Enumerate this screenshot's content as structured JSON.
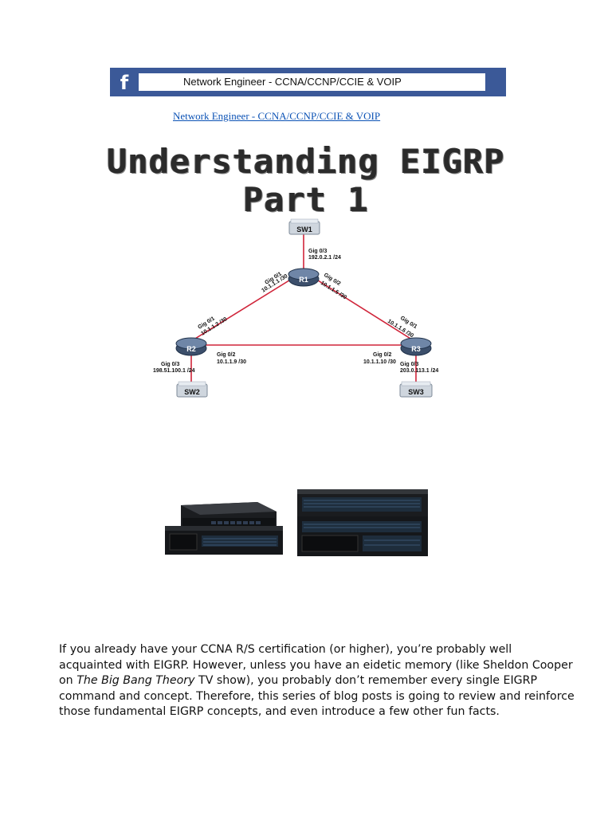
{
  "banner": {
    "icon": "facebook-icon",
    "text": "Network Engineer - CCNA/CCNP/CCIE & VOIP",
    "color": "#3b5998"
  },
  "link": {
    "text": "Network Engineer - CCNA/CCNP/CCIE & VOIP"
  },
  "title": {
    "line1": "Understanding EIGRP",
    "line2": "Part 1"
  },
  "diagram": {
    "devices": {
      "sw1": "SW1",
      "r1": "R1",
      "r2": "R2",
      "r3": "R3",
      "sw2": "SW2",
      "sw3": "SW3"
    },
    "labels": {
      "r1_g03_if": "Gig 0/3",
      "r1_g03_ip": "192.0.2.1 /24",
      "r1_g01_if": "Gig 0/1",
      "r1_g01_ip": "10.1.1.1 /30",
      "r1_g02_if": "Gig 0/2",
      "r1_g02_ip": "10.1.1.5 /30",
      "r2_g01_if": "Gig 0/1",
      "r2_g01_ip": "10.1.1.2 /30",
      "r2_g02_if": "Gig 0/2",
      "r2_g02_ip": "10.1.1.9 /30",
      "r2_g03_if": "Gig 0/3",
      "r2_g03_ip": "198.51.100.1 /24",
      "r3_g01_if": "Gig 0/1",
      "r3_g01_ip": "10.1.1.6 /30",
      "r3_g02_if": "Gig 0/2",
      "r3_g02_ip": "10.1.1.10 /30",
      "r3_g03_if": "Gig 0/3",
      "r3_g03_ip": "203.0.113.1 /24"
    },
    "link_color": "#d0253a"
  },
  "paragraph": {
    "line1": "If you already have your CCNA R/S certification (or higher), you’re probably well",
    "line2": "acquainted with EIGRP. However, unless you have an eidetic memory (like Sheldon Cooper",
    "line3_pre": "on ",
    "line3_italic": "The Big Bang Theory",
    "line3_post": " TV show), you probably don’t remember every single EIGRP",
    "line4": "command and concept. Therefore, this series of blog posts is going to review and reinforce",
    "line5": "those fundamental EIGRP concepts, and even introduce a few other fun facts."
  }
}
